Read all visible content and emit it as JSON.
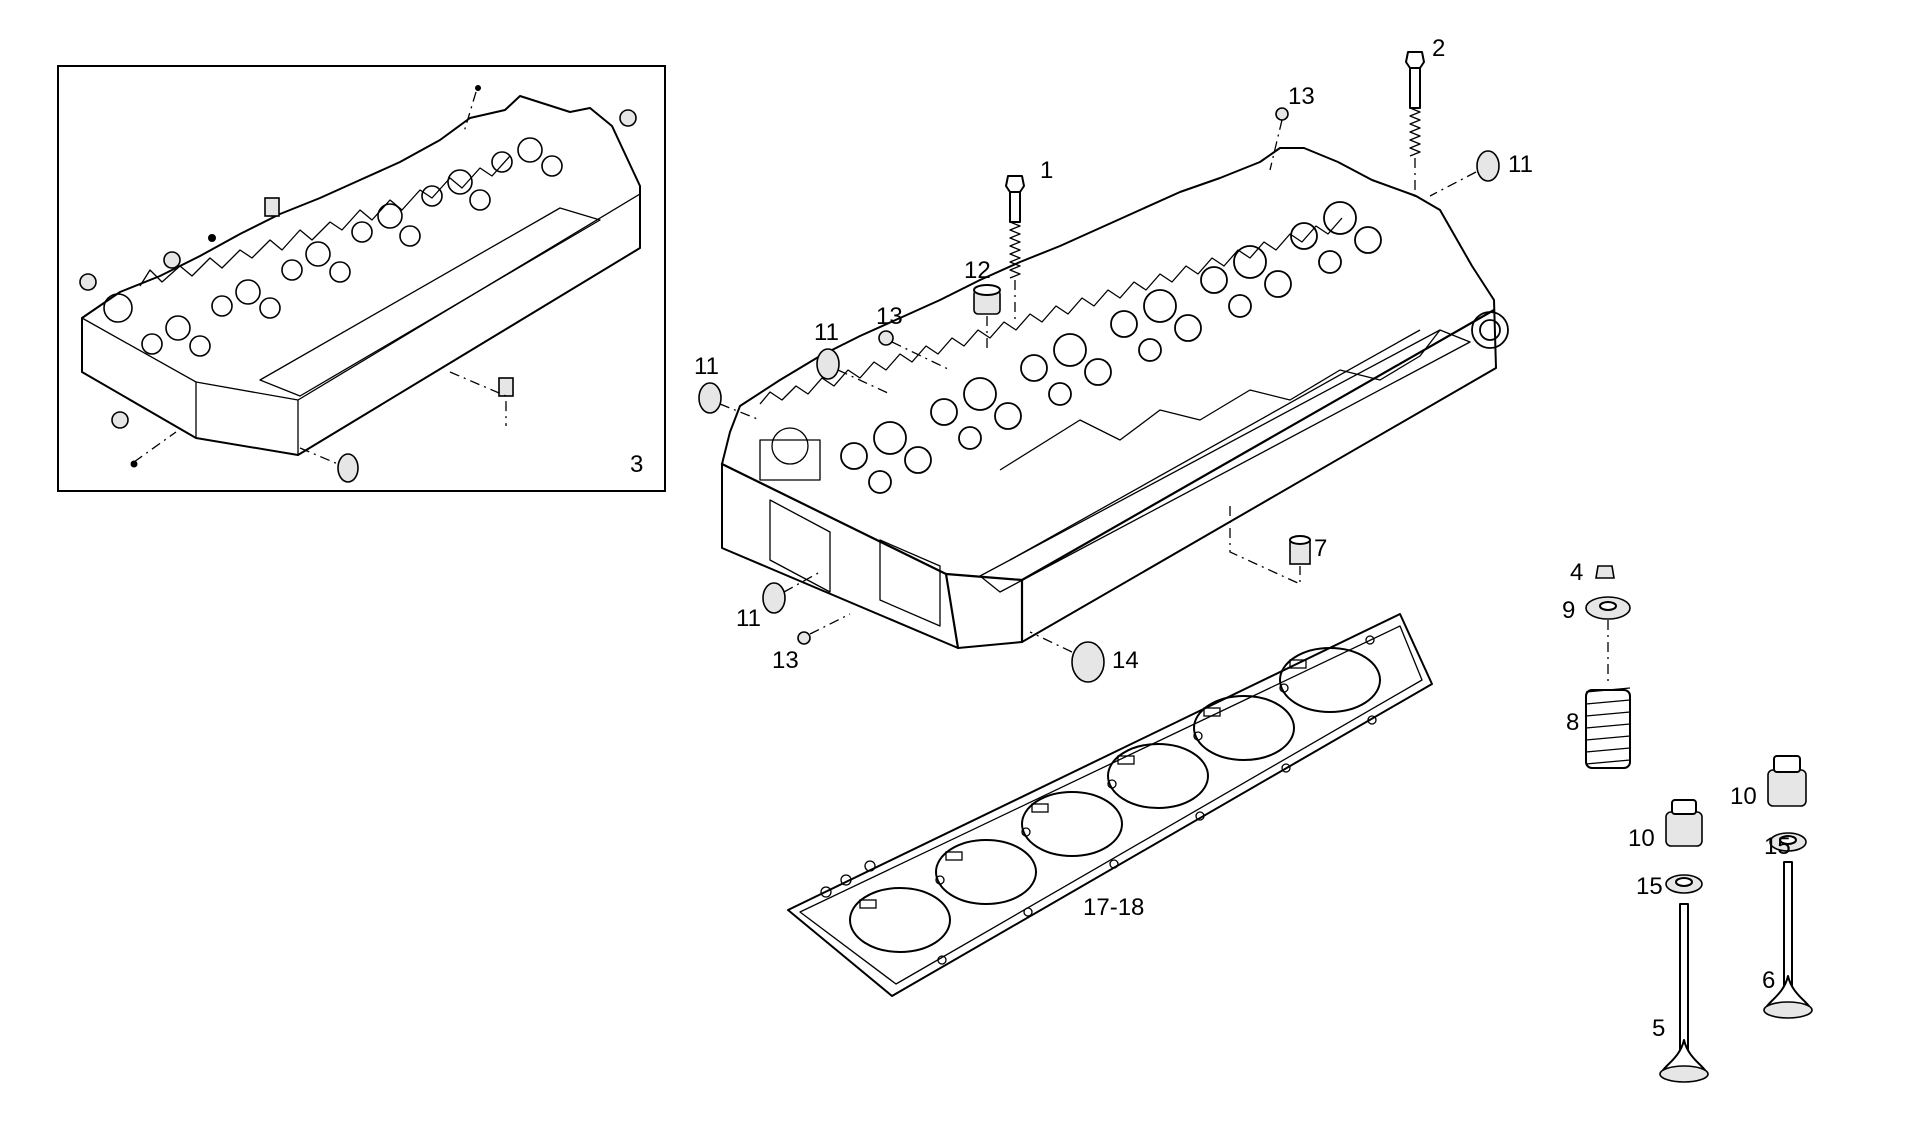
{
  "diagram": {
    "inset_label": "3",
    "callouts": {
      "c1": "1",
      "c2": "2",
      "c4": "4",
      "c5": "5",
      "c6": "6",
      "c7": "7",
      "c8": "8",
      "c9": "9",
      "c10a": "10",
      "c10b": "10",
      "c11a": "11",
      "c11b": "11",
      "c11c": "11",
      "c11d": "11",
      "c12": "12",
      "c13a": "13",
      "c13b": "13",
      "c13c": "13",
      "c14": "14",
      "c15a": "15",
      "c15b": "15",
      "c1718": "17-18"
    }
  }
}
